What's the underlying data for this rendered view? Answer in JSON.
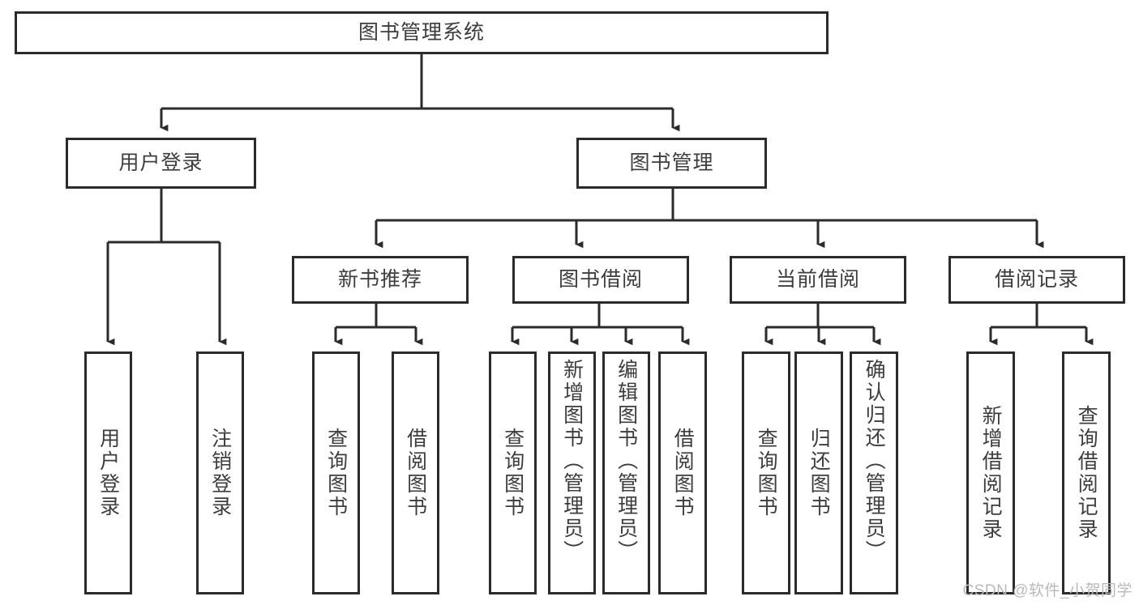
{
  "diagram": {
    "title": "图书管理系统",
    "type": "tree-hierarchy-diagram",
    "line_color": "#2b2b2b",
    "text_color": "#3d3d3d",
    "background": "#ffffff"
  },
  "root": {
    "label": "图书管理系统"
  },
  "level2": [
    {
      "label": "用户登录"
    },
    {
      "label": "图书管理"
    }
  ],
  "level3": [
    {
      "label": "新书推荐"
    },
    {
      "label": "图书借阅"
    },
    {
      "label": "当前借阅"
    },
    {
      "label": "借阅记录"
    }
  ],
  "leaves": {
    "user_login": [
      {
        "label": "用户登录"
      },
      {
        "label": "注销登录"
      }
    ],
    "new_book": [
      {
        "label": "查询图书"
      },
      {
        "label": "借阅图书"
      }
    ],
    "book_borrow": [
      {
        "label": "查询图书"
      },
      {
        "label": "新增图书（管理员）"
      },
      {
        "label": "编辑图书（管理员）"
      },
      {
        "label": "借阅图书"
      }
    ],
    "current_borrow": [
      {
        "label": "查询图书"
      },
      {
        "label": "归还图书"
      },
      {
        "label": "确认归还（管理员）"
      }
    ],
    "borrow_record": [
      {
        "label": "新增借阅记录"
      },
      {
        "label": "查询借阅记录"
      }
    ]
  },
  "watermark": {
    "text": "CSDN @软件_小贺同学"
  }
}
